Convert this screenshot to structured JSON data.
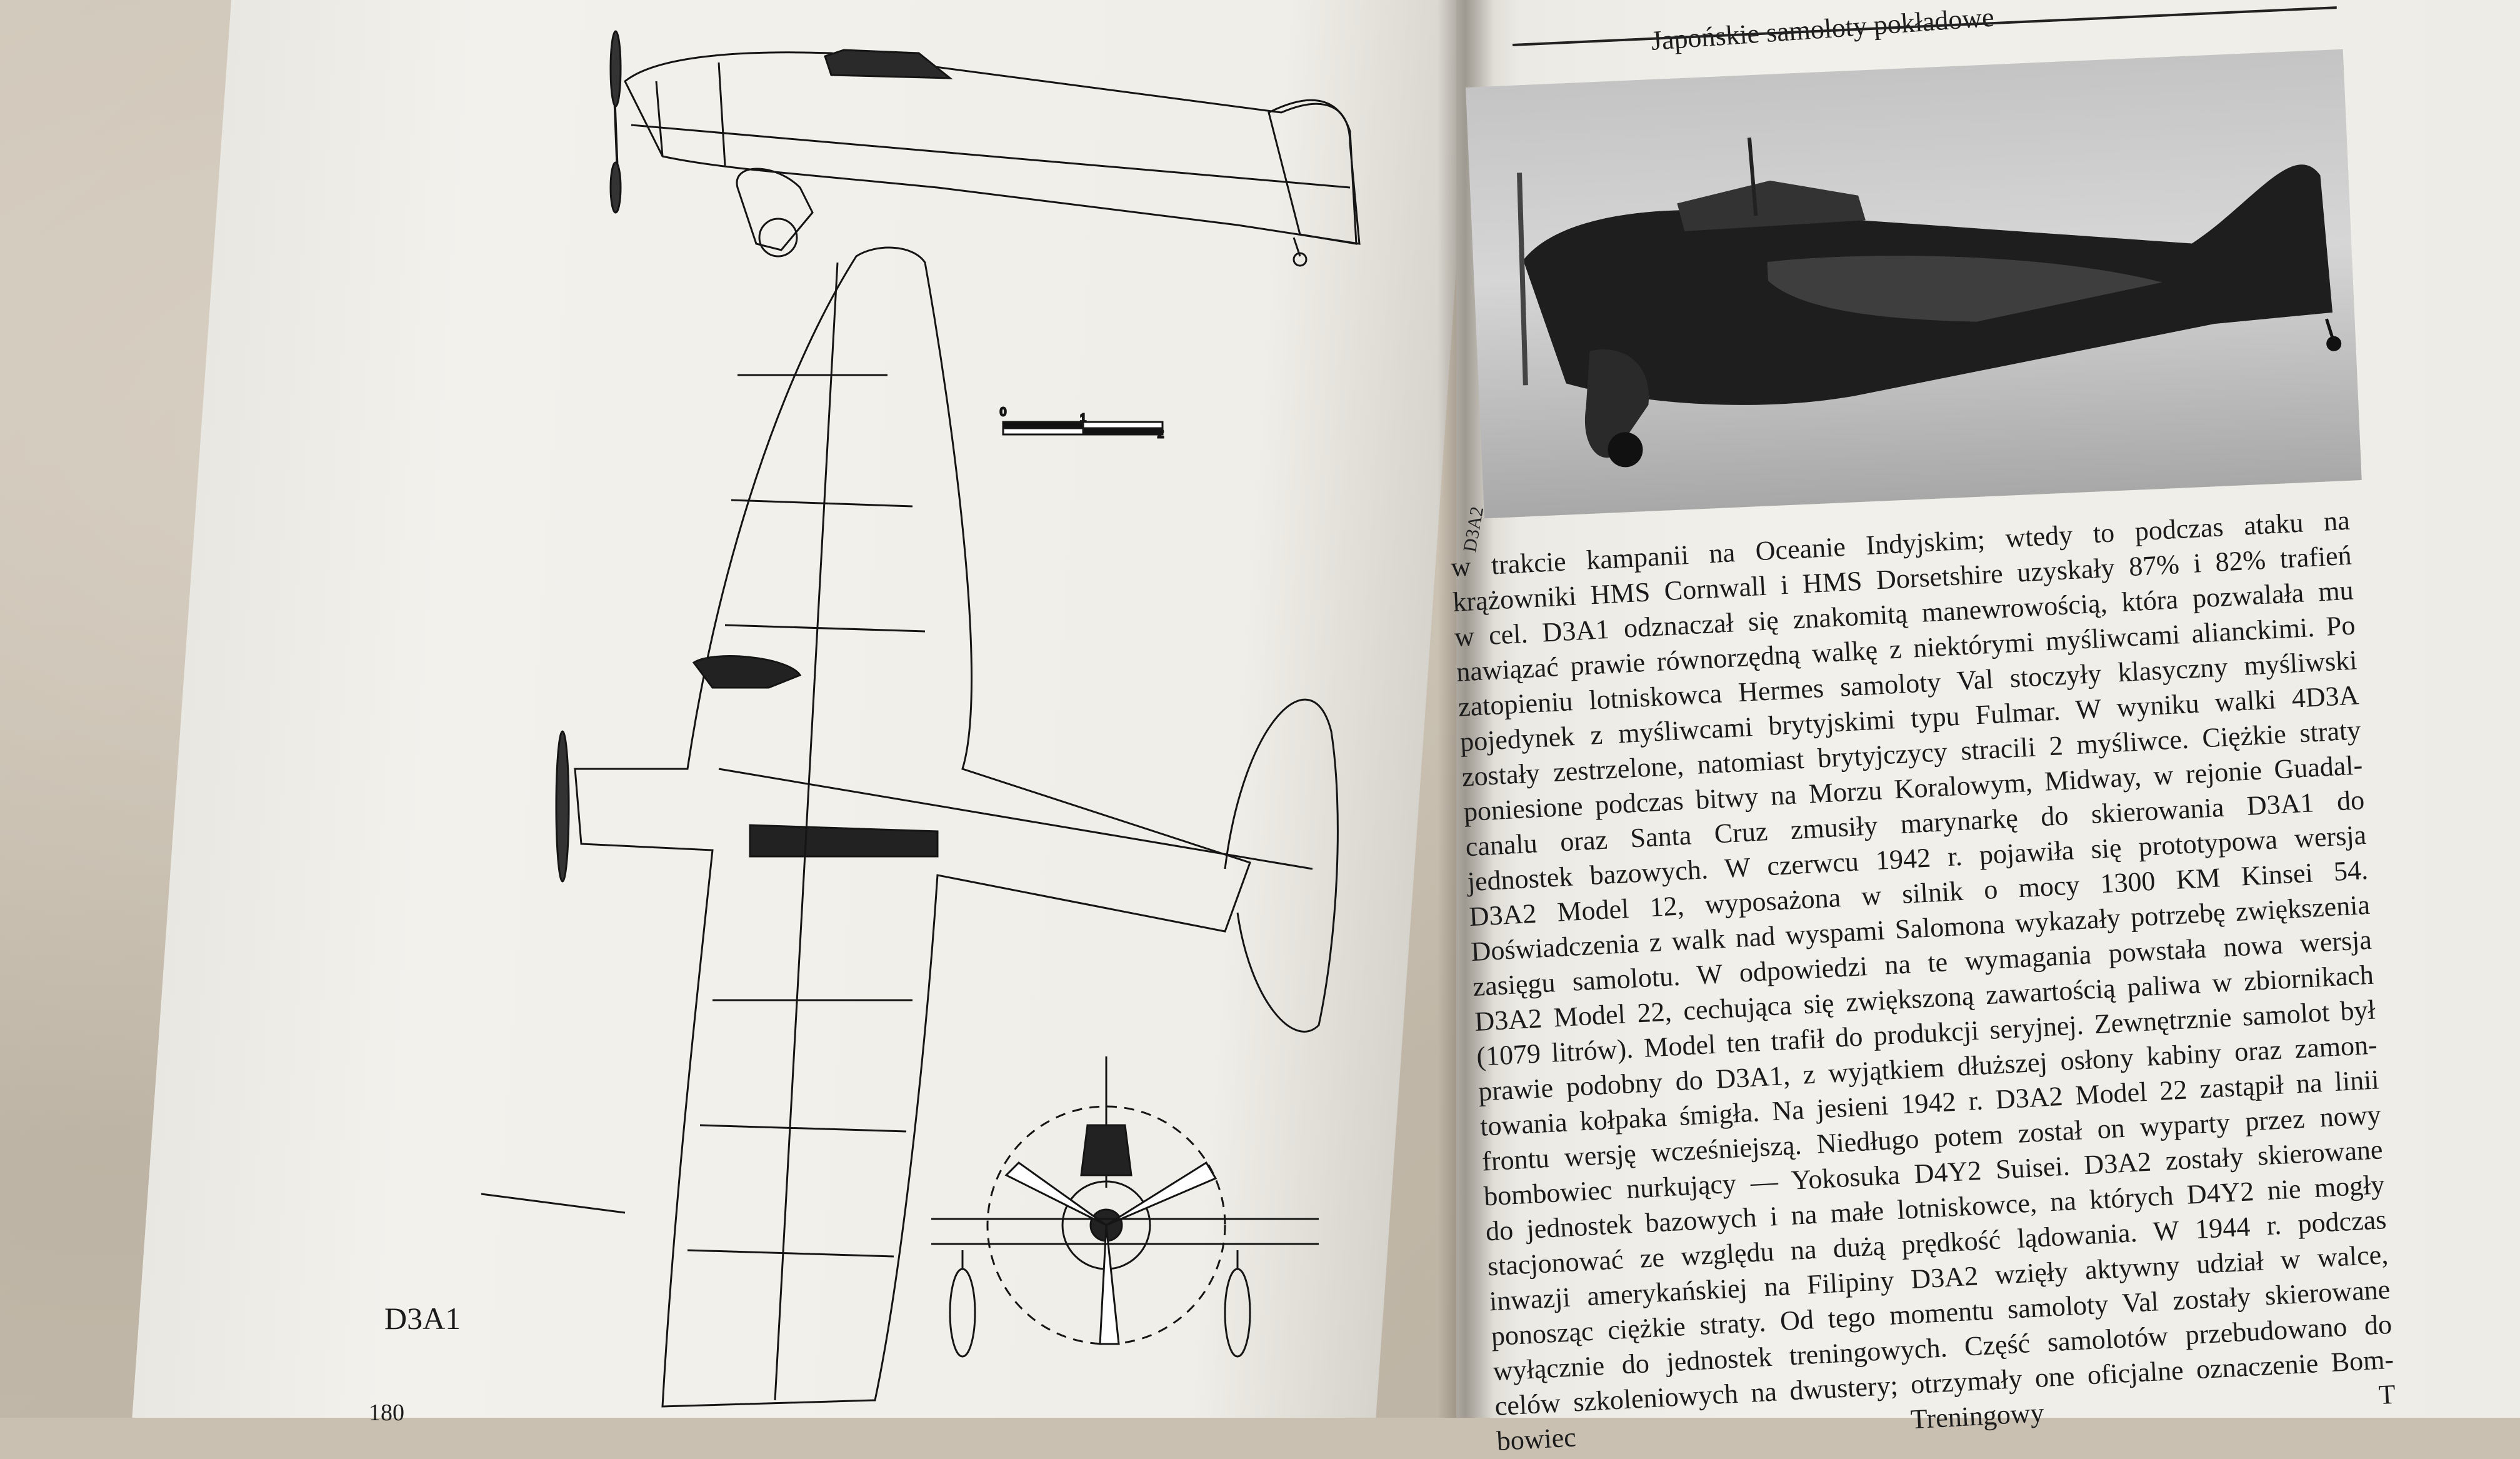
{
  "book": {
    "running_head": "Japońskie samoloty pokładowe",
    "page_number": "180",
    "figure_label": "D3A1",
    "photo_caption": "D3A2",
    "scale_bar_ticks": [
      "0",
      "1",
      "2"
    ]
  },
  "text_lines": [
    "w trakcie kampanii na Oceanie Indyjskim; wtedy to podczas ataku na",
    "krążowniki HMS Cornwall i HMS Dorsetshire uzyskały 87% i 82% trafień",
    "w cel. D3A1 odznaczał się znakomitą manewrowością, która pozwalała mu",
    "nawiązać prawie równorzędną walkę z niektórymi myśliwcami alianckimi. Po",
    "zatopieniu lotniskowca Hermes samoloty Val stoczyły klasyczny myśliwski",
    "pojedynek z myśliwcami brytyjskimi typu Fulmar. W wyniku walki 4D3A",
    "zostały zestrzelone, natomiast brytyjczycy stracili 2 myśliwce. Ciężkie straty",
    "poniesione podczas bitwy na Morzu Koralowym, Midway, w rejonie Guadal-",
    "canalu oraz Santa Cruz zmusiły marynarkę do skierowania D3A1 do",
    "jednostek bazowych. W czerwcu 1942 r. pojawiła się prototypowa wersja",
    "D3A2 Model 12, wyposażona w silnik o mocy 1300 KM Kinsei 54.",
    "Doświadczenia z walk nad wyspami Salomona wykazały potrzebę zwiększenia",
    "zasięgu samolotu. W odpowiedzi na te wymagania powstała nowa wersja",
    "D3A2 Model 22, cechująca się zwiększoną zawartością paliwa w zbiornikach",
    "(1079 litrów). Model ten trafił do produkcji seryjnej. Zewnętrznie samolot był",
    "prawie podobny do D3A1, z wyjątkiem dłuższej osłony kabiny oraz zamon-",
    "towania kołpaka śmigła. Na jesieni 1942 r. D3A2 Model 22 zastąpił na linii",
    "frontu wersję wcześniejszą. Niedługo potem został on wyparty przez nowy",
    "bombowiec nurkujący — Yokosuka D4Y2 Suisei. D3A2 zostały skierowane",
    "do jednostek bazowych i na małe lotniskowce, na których D4Y2 nie mogły",
    "stacjonować ze względu na dużą prędkość lądowania. W 1944 r. podczas",
    "inwazji amerykańskiej na Filipiny D3A2 wzięły aktywny udział w walce,",
    "ponosząc ciężkie straty. Od tego momentu samoloty Val zostały skierowane",
    "wyłącznie do jednostek treningowych. Część samolotów przebudowano do",
    "celów szkoleniowych na dwustery; otrzymały one oficjalne oznaczenie Bom-",
    "bowiec Treningowy T"
  ],
  "colors": {
    "paper": "#f1efe9",
    "ink": "#1b1b1b",
    "background_fabric": "#c9c0b2"
  }
}
